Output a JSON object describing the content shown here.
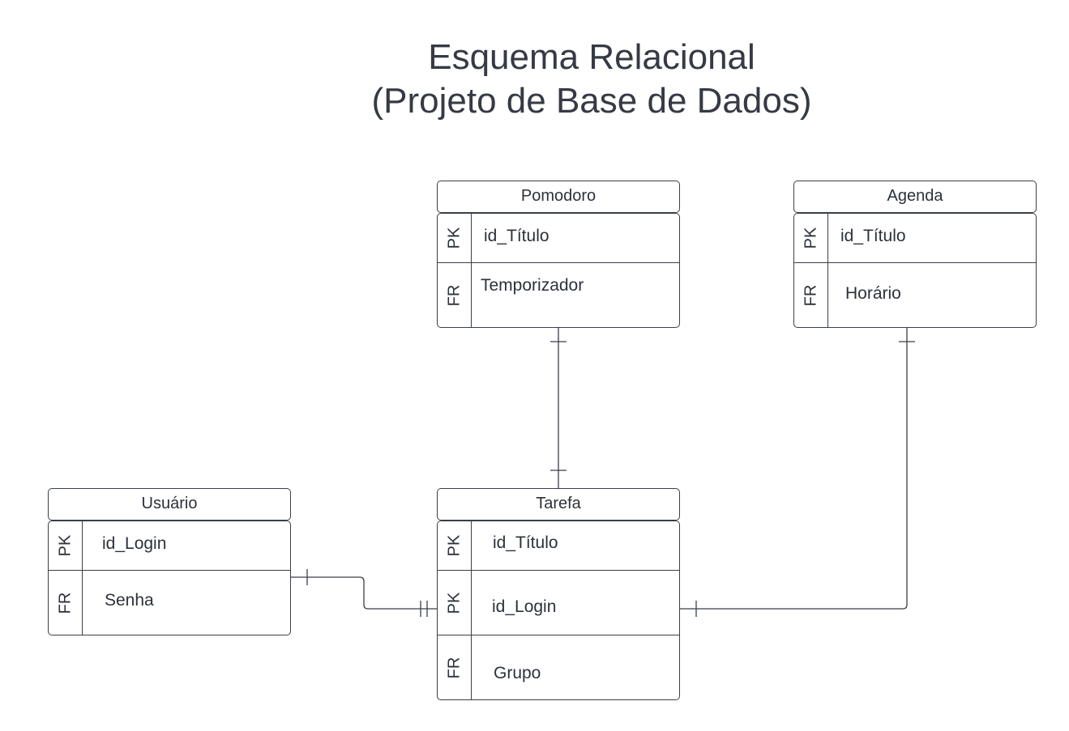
{
  "title": {
    "line1": "Esquema Relacional",
    "line2": "(Projeto de Base de Dados)"
  },
  "entities": {
    "pomodoro": {
      "name": "Pomodoro",
      "rows": [
        {
          "key": "PK",
          "field": "id_Título"
        },
        {
          "key": "FR",
          "field": "Temporizador"
        }
      ]
    },
    "agenda": {
      "name": "Agenda",
      "rows": [
        {
          "key": "PK",
          "field": "id_Título"
        },
        {
          "key": "FR",
          "field": "Horário"
        }
      ]
    },
    "usuario": {
      "name": "Usuário",
      "rows": [
        {
          "key": "PK",
          "field": "id_Login"
        },
        {
          "key": "FR",
          "field": "Senha"
        }
      ]
    },
    "tarefa": {
      "name": "Tarefa",
      "rows": [
        {
          "key": "PK",
          "field": "id_Título"
        },
        {
          "key": "PK",
          "field": "id_Login"
        },
        {
          "key": "FR",
          "field": "Grupo"
        }
      ]
    }
  },
  "colors": {
    "line": "#3a3f48",
    "text": "#2c313a"
  }
}
